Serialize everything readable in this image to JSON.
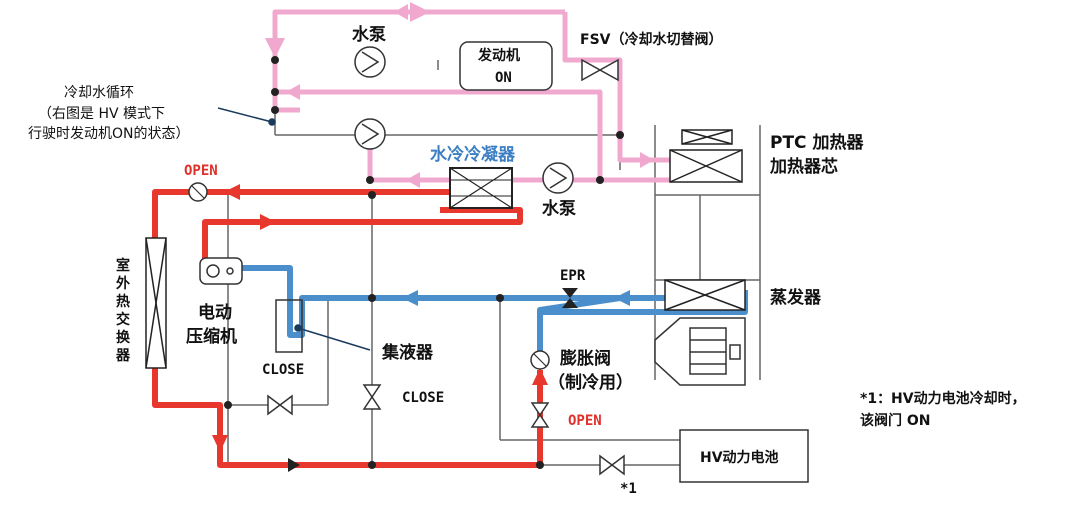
{
  "labels": {
    "water_pump_top": "水泵",
    "engine": "发动机",
    "engine_state": "ON",
    "fsv": "FSV（冷却水切替阀）",
    "coolant_cycle_l1": "冷却水循环",
    "coolant_cycle_l2": "（右图是 HV 模式下",
    "coolant_cycle_l3": "行驶时发动机ON的状态）",
    "water_condenser": "水冷冷凝器",
    "water_pump_bottom": "水泵",
    "ptc_heater": "PTC 加热器",
    "heater_core": "加热器芯",
    "open_top": "OPEN",
    "outdoor_hx_1": "室",
    "outdoor_hx_2": "外",
    "outdoor_hx_3": "热",
    "outdoor_hx_4": "交",
    "outdoor_hx_5": "换",
    "outdoor_hx_6": "器",
    "epr": "EPR",
    "evaporator": "蒸发器",
    "compressor_l1": "电动",
    "compressor_l2": "压缩机",
    "accumulator": "集液器",
    "close_left": "CLOSE",
    "close_mid": "CLOSE",
    "expansion_valve_l1": "膨胀阀",
    "expansion_valve_l2": "（制冷用）",
    "open_bottom": "OPEN",
    "footnote_l1": "*1：HV动力电池冷却时，",
    "footnote_l2": "该阀门 ON",
    "hv_battery": "HV动力电池",
    "mark_1": "*1"
  },
  "colors": {
    "coolant_line": "#f0a8cf",
    "refrigerant_hot": "#e8372d",
    "refrigerant_cold": "#4a8ecb",
    "pipe_gray": "#666666",
    "label_red": "#e0302a",
    "label_blue": "#3c7fc4"
  }
}
